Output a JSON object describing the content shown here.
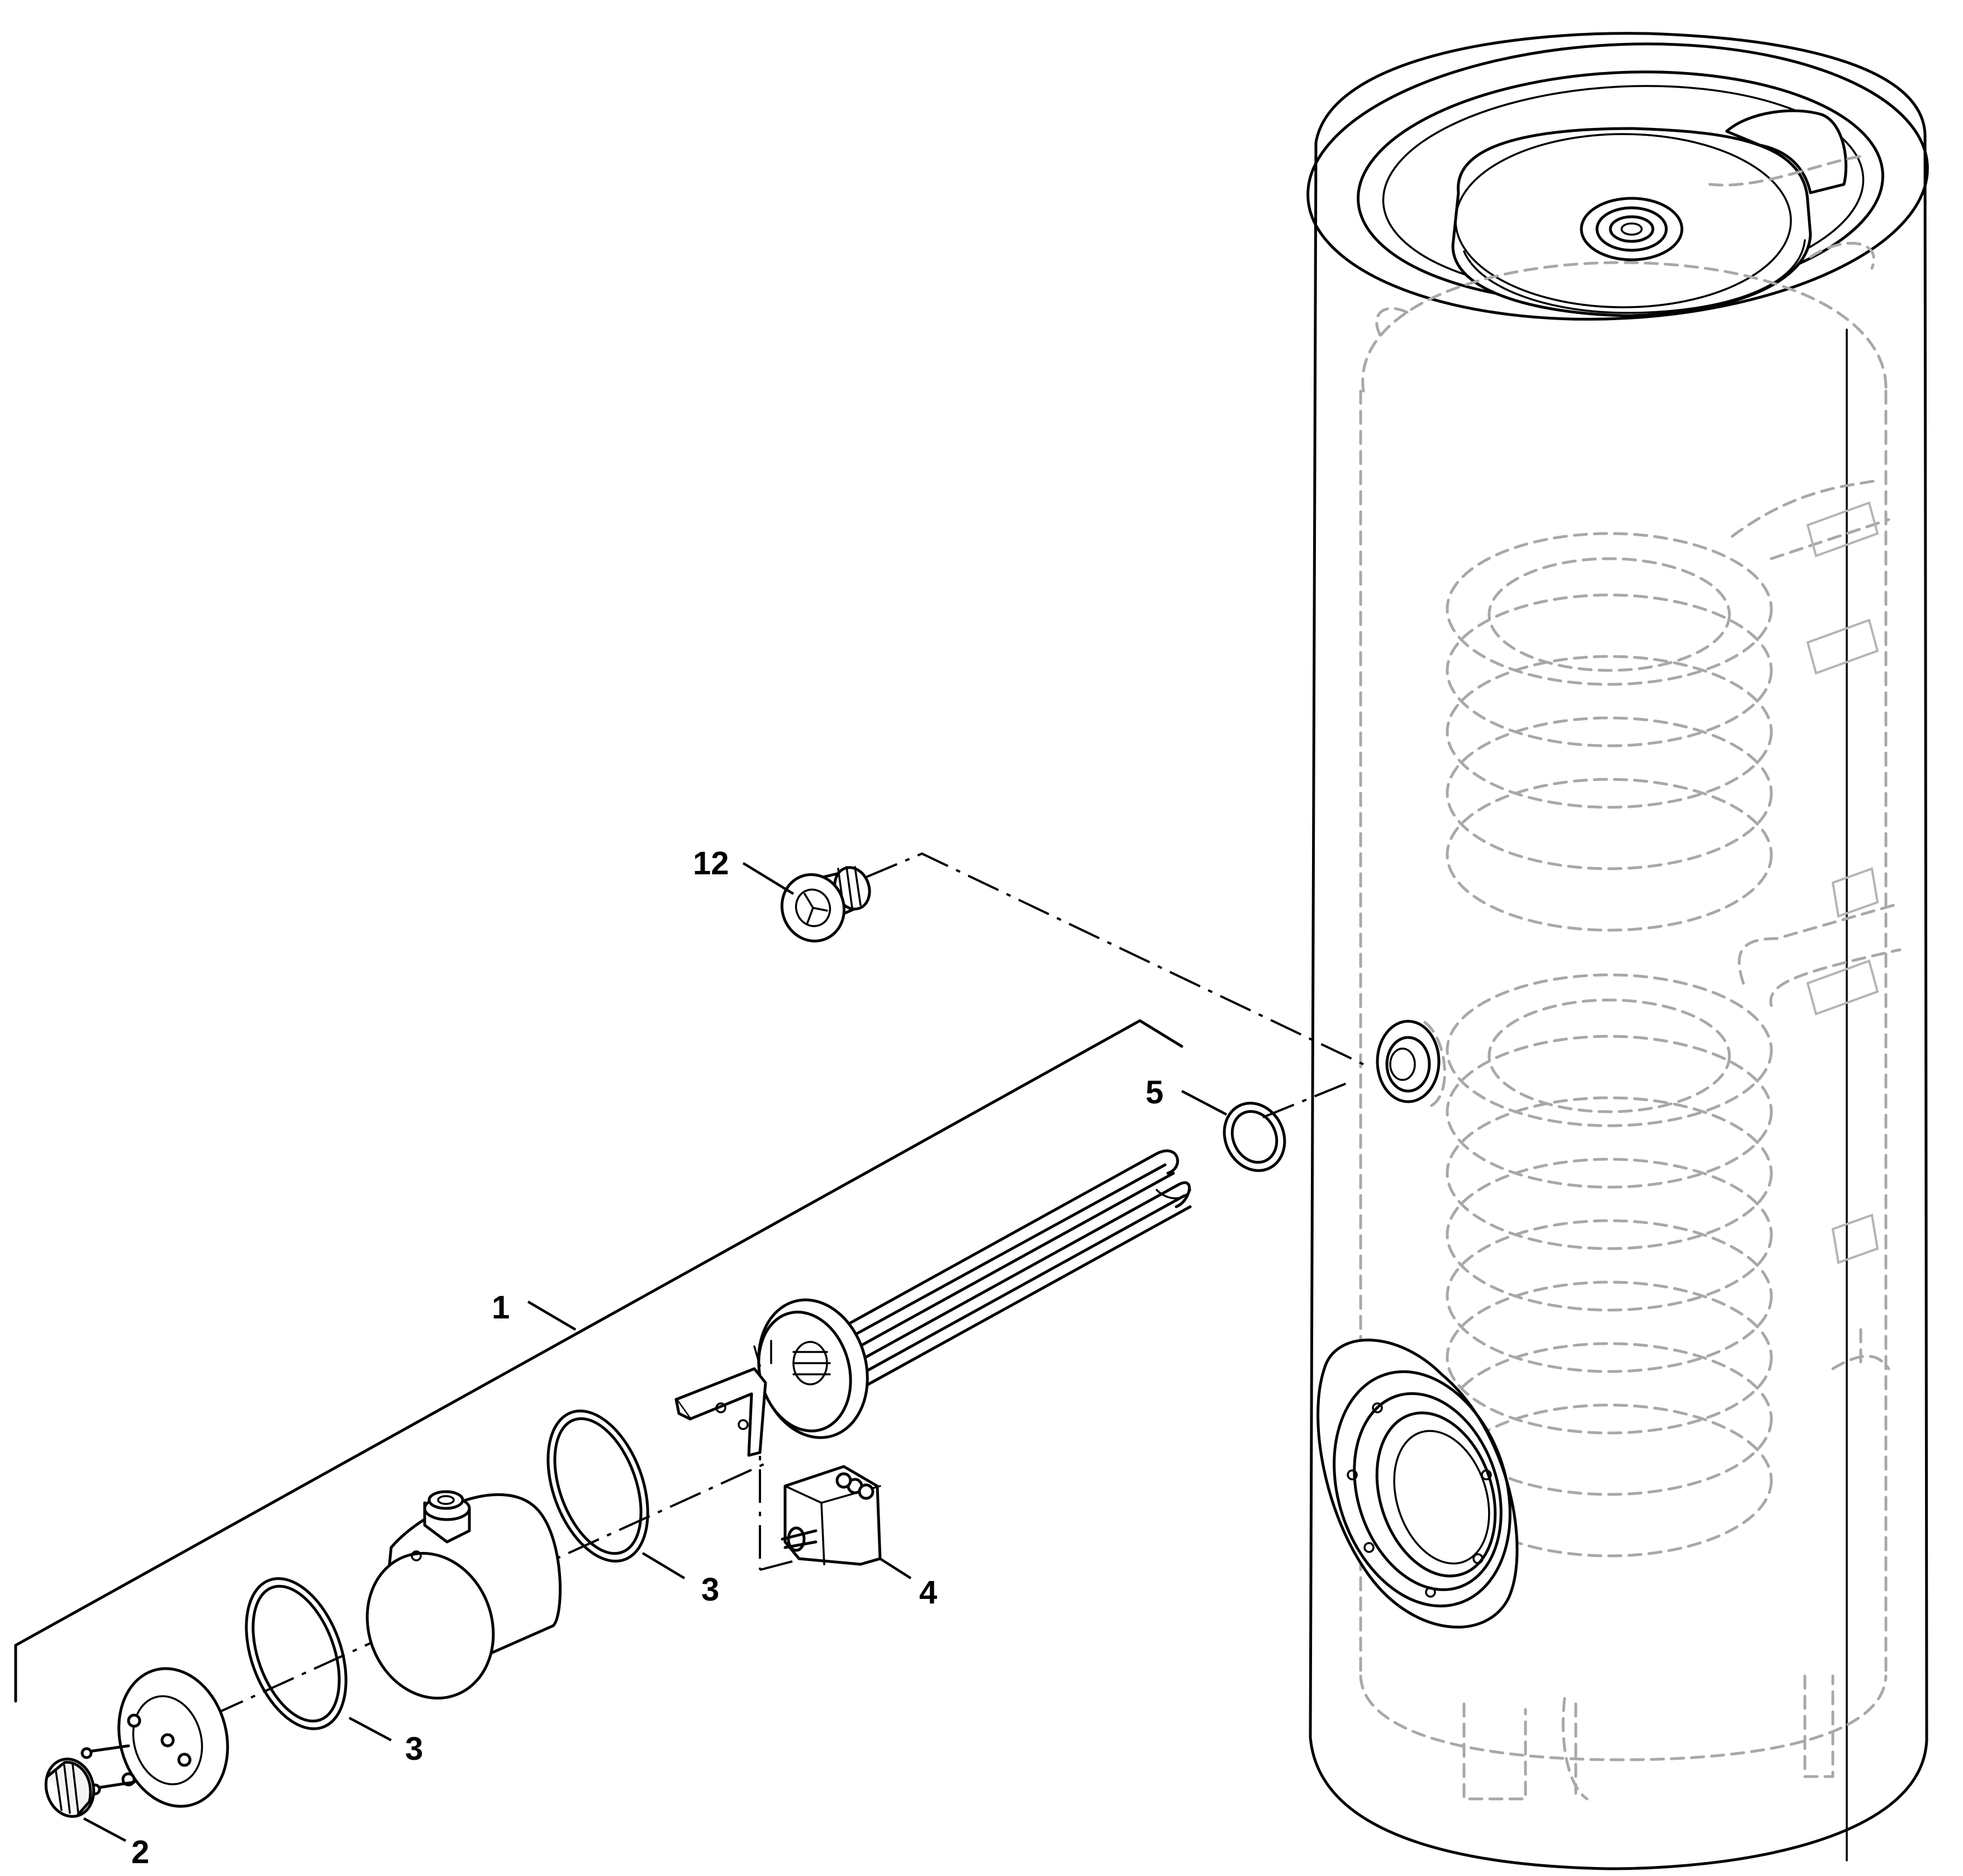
{
  "callouts": [
    {
      "id": "1",
      "label": "1"
    },
    {
      "id": "2",
      "label": "2"
    },
    {
      "id": "3a",
      "label": "3"
    },
    {
      "id": "3b",
      "label": "3"
    },
    {
      "id": "4",
      "label": "4"
    },
    {
      "id": "5",
      "label": "5"
    },
    {
      "id": "12",
      "label": "12"
    }
  ]
}
